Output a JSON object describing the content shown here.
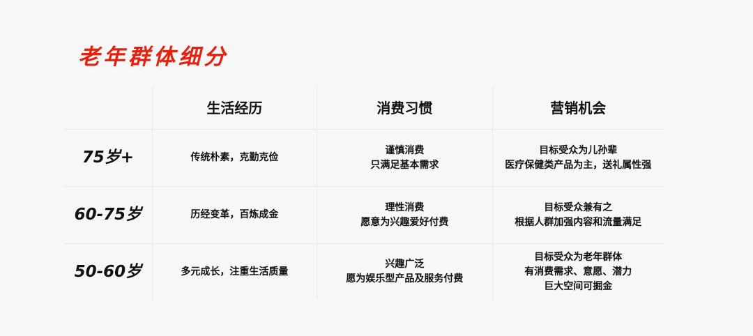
{
  "title": "老年群体细分",
  "headers": [
    "",
    "生活经历",
    "消费习惯",
    "营销机会"
  ],
  "rows": [
    {
      "group": "75岁+",
      "experience": [
        "传统朴素，克勤克俭"
      ],
      "consumption": [
        "谨慎消费",
        "只满足基本需求"
      ],
      "marketing": [
        "目标受众为儿孙辈",
        "医疗保健类产品为主，送礼属性强"
      ]
    },
    {
      "group": "60-75岁",
      "experience": [
        "历经变革，百炼成金"
      ],
      "consumption": [
        "理性消费",
        "愿意为兴趣爱好付费"
      ],
      "marketing": [
        "目标受众兼有之",
        "根据人群加强内容和流量满足"
      ]
    },
    {
      "group": "50-60岁",
      "experience": [
        "多元成长，注重生活质量"
      ],
      "consumption": [
        "兴趣广泛",
        "愿为娱乐型产品及服务付费"
      ],
      "marketing": [
        "目标受众为老年群体",
        "有消费需求、意愿、潜力",
        "巨大空间可掘金"
      ]
    }
  ]
}
